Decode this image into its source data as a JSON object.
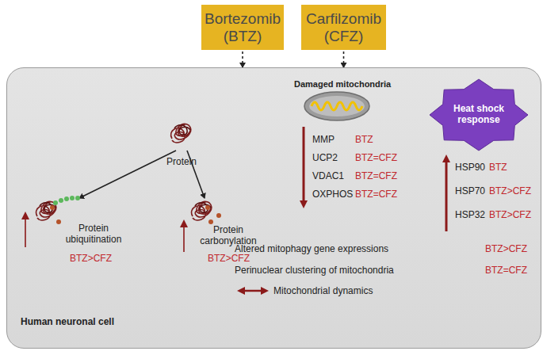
{
  "diagram": {
    "nodes": [
      {
        "text": [
          "Bortezomib (BTZ)"
        ]
      },
      {
        "text": [
          "Carfilzomib (CFZ)"
        ]
      },
      {
        "text": [
          "Human neuronal cell"
        ]
      },
      {
        "text": [
          "Damaged mitochondria"
        ],
        "in": 2
      },
      {
        "text": [
          "Heat shock response"
        ],
        "in": 2
      }
    ],
    "edges": [
      {
        "from": 0,
        "to": 2,
        "arrow": "to"
      },
      {
        "from": 1,
        "to": 2,
        "arrow": "to"
      }
    ],
    "labels": [
      "Protein",
      "Protein ubiquitination",
      "BTZ>CFZ",
      "Protein carbonylation",
      "BTZ>CFZ",
      "MMP",
      "BTZ",
      "UCP2",
      "BTZ=CFZ",
      "VDAC1",
      "BTZ=CFZ",
      "OXPHOS",
      "BTZ=CFZ",
      "HSP90",
      "BTZ",
      "HSP70",
      "BTZ>CFZ",
      "HSP32",
      "BTZ>CFZ",
      "Altered mitophagy gene expressions",
      "BTZ>CFZ",
      "Perinuclear clustering of mitochondria",
      "BTZ=CFZ",
      "Mitochondrial dynamics"
    ]
  }
}
